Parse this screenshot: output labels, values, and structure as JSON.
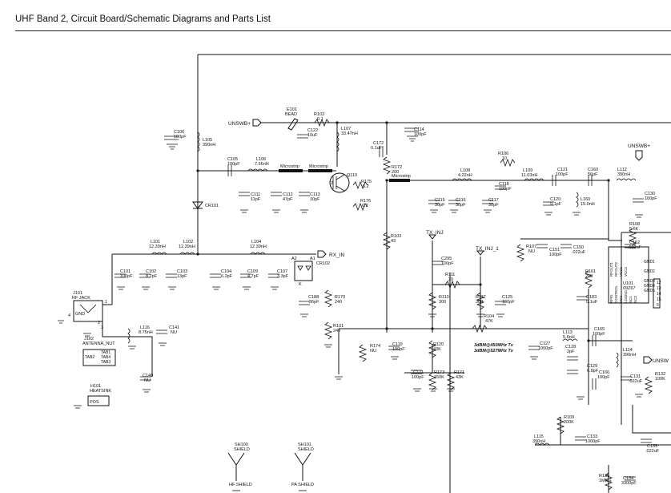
{
  "header": {
    "title": "UHF Band 2, Circuit Board/Schematic Diagrams and Parts List"
  },
  "nets": {
    "unswb_top": "UNSWB+",
    "unswb_right": "UNSWB+",
    "unswb_lower": "UNSW",
    "rx_in": "RX_IN",
    "tx_inj": "TX_INJ",
    "tx_inj_1": "TX_INJ_1"
  },
  "components": {
    "c106": {
      "ref": "C106",
      "val": "100pF"
    },
    "l105": {
      "ref": "L105",
      "val": "390nH"
    },
    "e101": {
      "ref": "E101",
      "val": "BEAD"
    },
    "r102": {
      "ref": "R102",
      "val": "0.1"
    },
    "c122": {
      "ref": "C122",
      "val": "10uF"
    },
    "l107": {
      "ref": "L107",
      "val": "33.47nH"
    },
    "c114": {
      "ref": "C114",
      "val": "100pF"
    },
    "c172": {
      "ref": "C172",
      "val": "0.1uF"
    },
    "c105": {
      "ref": "C105",
      "val": "100pF"
    },
    "l106": {
      "ref": "L106",
      "val": "7.66nH"
    },
    "ms1": {
      "ref": "Microstrip"
    },
    "ms2": {
      "ref": "Microstrip"
    },
    "ms3": {
      "ref": "Microstrip"
    },
    "c111": {
      "ref": "C111",
      "val": "11pF"
    },
    "c112": {
      "ref": "C112",
      "val": "47pF"
    },
    "c113": {
      "ref": "C113",
      "val": "10pF"
    },
    "q110": {
      "ref": "Q110"
    },
    "r175": {
      "ref": "R175",
      "val": "6.2"
    },
    "r176": {
      "ref": "R176",
      "val": "6.2"
    },
    "r172": {
      "ref": "R172",
      "val": "200"
    },
    "r106": {
      "ref": "R106",
      "val": "10"
    },
    "l108": {
      "ref": "L108",
      "val": "4.22nH"
    },
    "l109": {
      "ref": "L109",
      "val": "11.03nH"
    },
    "c121": {
      "ref": "C121",
      "val": "100pF"
    },
    "c160": {
      "ref": "C160",
      "val": "56pF"
    },
    "l112": {
      "ref": "L112",
      "val": "390nH"
    },
    "c115": {
      "ref": "C115",
      "val": "30pF"
    },
    "c116": {
      "ref": "C116",
      "val": "30pF"
    },
    "c117": {
      "ref": "C117",
      "val": "30pF"
    },
    "c118": {
      "ref": "C118",
      "val": "100pF"
    },
    "c120": {
      "ref": "C120",
      "val": "9.1pF"
    },
    "l160": {
      "ref": "L160",
      "val": "15.0nH"
    },
    "c130": {
      "ref": "C130",
      "val": "100pF"
    },
    "cr101": {
      "ref": "CR101"
    },
    "r108": {
      "ref": "R108",
      "val": "5.6K"
    },
    "c152": {
      "ref": "C152",
      "val": ".022uF"
    },
    "l101": {
      "ref": "L101",
      "val": "12.39nH"
    },
    "l102": {
      "ref": "L102",
      "val": "12.39nH"
    },
    "l104": {
      "ref": "L104",
      "val": "12.39nH"
    },
    "r103": {
      "ref": "R103",
      "val": "43"
    },
    "r107": {
      "ref": "R107",
      "val": "NU"
    },
    "c151": {
      "ref": "C151",
      "val": "100pF"
    },
    "c150": {
      "ref": "C150",
      "val": ".022uF"
    },
    "c295": {
      "ref": "C295",
      "val": "100pF"
    },
    "r111": {
      "ref": "R111",
      "val": "20"
    },
    "cr102": {
      "ref": "CR102"
    },
    "r161": {
      "ref": "R161",
      "val": "200"
    },
    "u101": {
      "ref": "U101",
      "val": "09Z67"
    },
    "c101": {
      "ref": "C101",
      "val": "100pF"
    },
    "c102": {
      "ref": "C102",
      "val": "8.2pF"
    },
    "c103": {
      "ref": "C103",
      "val": "13pF"
    },
    "c104": {
      "ref": "C104",
      "val": "6.2pF"
    },
    "c109": {
      "ref": "C109",
      "val": "4.7pF"
    },
    "c107": {
      "ref": "C107",
      "val": "3.3pF"
    },
    "j101": {
      "ref": "J101",
      "val": "RF JACK"
    },
    "r110": {
      "ref": "R110",
      "val": "300"
    },
    "r112": {
      "ref": "R112",
      "val": "300"
    },
    "c125": {
      "ref": "C125",
      "val": "100pF"
    },
    "c183": {
      "ref": "C183",
      "val": "0.1uF"
    },
    "c188": {
      "ref": "C188",
      "val": "36pF"
    },
    "r170": {
      "ref": "R170",
      "val": "240"
    },
    "r101": {
      "ref": "R101",
      "val": "240"
    },
    "l116": {
      "ref": "L116",
      "val": "8.75nH"
    },
    "c141": {
      "ref": "C141",
      "val": "NU"
    },
    "r104": {
      "ref": "R104",
      "val": "47K"
    },
    "j102": {
      "ref": "J102",
      "val": "ANTENNA_NUT"
    },
    "c127": {
      "ref": "C127",
      "val": "1000pF"
    },
    "l113": {
      "ref": "L113",
      "val": "5.6nH"
    },
    "c165": {
      "ref": "C165",
      "val": "100pF"
    },
    "c128": {
      "ref": "C128",
      "val": "2pF"
    },
    "l114": {
      "ref": "L114",
      "val": "390nH"
    },
    "r174": {
      "ref": "R174",
      "val": "NU"
    },
    "c119": {
      "ref": "C119",
      "val": "100pF"
    },
    "r120": {
      "ref": "R120",
      "val": "43K"
    },
    "c129": {
      "ref": "C129",
      "val": "6.8pF"
    },
    "c166": {
      "ref": "C166",
      "val": "100pF"
    },
    "c131": {
      "ref": "C131",
      "val": ".022uF"
    },
    "r132": {
      "ref": "R132",
      "val": "100K"
    },
    "c140": {
      "ref": "C140",
      "val": "NU"
    },
    "c171": {
      "ref": "C171",
      "val": "100pF"
    },
    "r173": {
      "ref": "R173",
      "val": "150K"
    },
    "r171": {
      "ref": "R171",
      "val": "43K"
    },
    "h101": {
      "ref": "H101",
      "val": "HEATSINK"
    },
    "r109": {
      "ref": "R109",
      "val": "200K"
    },
    "c133": {
      "ref": "C133",
      "val": "1000pF"
    },
    "l115": {
      "ref": "L115",
      "val": "390nH"
    },
    "c135": {
      "ref": "C135",
      "val": ".022uF"
    },
    "r136": {
      "ref": "R136",
      "val": "1MEG"
    },
    "c134": {
      "ref": "C134",
      "val": "3300pF"
    },
    "sh100": {
      "ref": "SH100",
      "val": "SHIELD",
      "name": "HF SHIELD"
    },
    "sh101": {
      "ref": "SH101",
      "val": "SHIELD",
      "name": "PA SHIELD"
    }
  },
  "misc": {
    "pos": "POS",
    "gnd": "GND",
    "tab1": "TAB1",
    "tab2": "TAB2",
    "tab3": "TAB3",
    "tab4": "TAB4",
    "pwr1": "3dBM@450MHz  Tx",
    "pwr2": "3dBM@527MHz  Tx",
    "a1": "A1",
    "a2": "A2",
    "k": "K",
    "pin1": "1",
    "pin2": "2",
    "pin3": "3",
    "pin4": "4",
    "pin5": "5",
    "u101_pins": [
      "GND1",
      "GND2",
      "GND3",
      "GND4",
      "GND5"
    ],
    "u101_nums": [
      "12",
      "13",
      "14",
      "15",
      "5"
    ],
    "u101_left": [
      "RFOUT1",
      "RFOUT2",
      "RFIN",
      "CONTROL",
      "VCC"
    ],
    "u101_left2": [
      "VCC1",
      "VCC2",
      "LDGND",
      "NC1",
      "NC2"
    ]
  }
}
